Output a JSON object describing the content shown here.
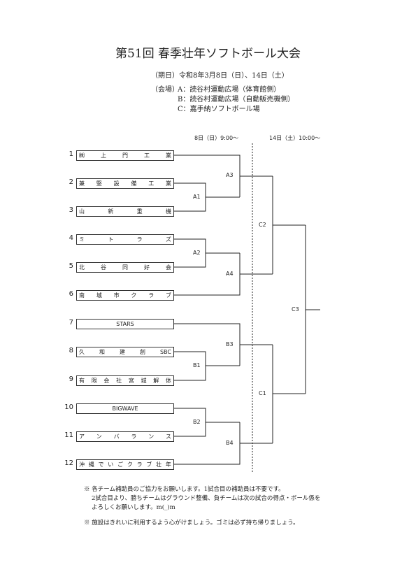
{
  "title": "第51回 春季壮年ソフトボール大会",
  "date_line": "（期日）令和8年3月8日（日）、14日（土）",
  "venue_label": "（会場）",
  "venues": [
    "A：読谷村運動広場（体育館側）",
    "B：読谷村運動広場（自動販売機側）",
    "C：嘉手納ソフトボール場"
  ],
  "day_headers": [
    "8日（日）9:00～",
    "14日（土）10:00～"
  ],
  "teams": [
    {
      "num": "1",
      "name": "㈱上門工業",
      "chars": [
        "㈱",
        "上",
        "門",
        "工",
        "業"
      ]
    },
    {
      "num": "2",
      "name": "兼堅設備工業",
      "chars": [
        "兼",
        "堅",
        "設",
        "備",
        "工",
        "業"
      ]
    },
    {
      "num": "3",
      "name": "山新重機",
      "chars": [
        "山",
        "新",
        "重",
        "機"
      ]
    },
    {
      "num": "4",
      "name": "ミトラズ",
      "chars": [
        "ミ",
        "ト",
        "ラ",
        "ズ"
      ]
    },
    {
      "num": "5",
      "name": "北谷同好会",
      "chars": [
        "北",
        "谷",
        "同",
        "好",
        "会"
      ]
    },
    {
      "num": "6",
      "name": "南城市クラブ",
      "chars": [
        "南",
        "城",
        "市",
        "ク",
        "ラ",
        "ブ"
      ]
    },
    {
      "num": "7",
      "name": "STARS",
      "chars": [
        "STARS"
      ]
    },
    {
      "num": "8",
      "name": "久和建創SBC",
      "chars": [
        "久",
        "和",
        "建",
        "創",
        "SBC"
      ]
    },
    {
      "num": "9",
      "name": "有限会社宮城解体",
      "chars": [
        "有",
        "限",
        "会",
        "社",
        "宮",
        "城",
        "解",
        "体"
      ]
    },
    {
      "num": "10",
      "name": "BIGWAVE",
      "chars": [
        "BIGWAVE"
      ]
    },
    {
      "num": "11",
      "name": "アンバランス",
      "chars": [
        "ア",
        "ン",
        "バ",
        "ラ",
        "ン",
        "ス"
      ]
    },
    {
      "num": "12",
      "name": "沖縄でいごクラブ壮年",
      "chars": [
        "沖",
        "縄",
        "で",
        "い",
        "ご",
        "ク",
        "ラ",
        "ブ",
        "壮",
        "年"
      ]
    }
  ],
  "matches": {
    "A1": "A1",
    "A2": "A2",
    "A3": "A3",
    "A4": "A4",
    "B1": "B1",
    "B2": "B2",
    "B3": "B3",
    "B4": "B4",
    "C1": "C1",
    "C2": "C2",
    "C3": "C3"
  },
  "notes": [
    "※ 各チーム補助員のご協力をお願いします。1試合目の補助員は不要です。",
    "2試合目より、勝ちチームはグラウンド整備、負チームは次の試合の得点・ボール係を",
    "よろしくお願いします。m(_)m",
    "※ 施設はきれいに利用するよう心がけましょう。ゴミは必ず持ち帰りましょう。"
  ]
}
